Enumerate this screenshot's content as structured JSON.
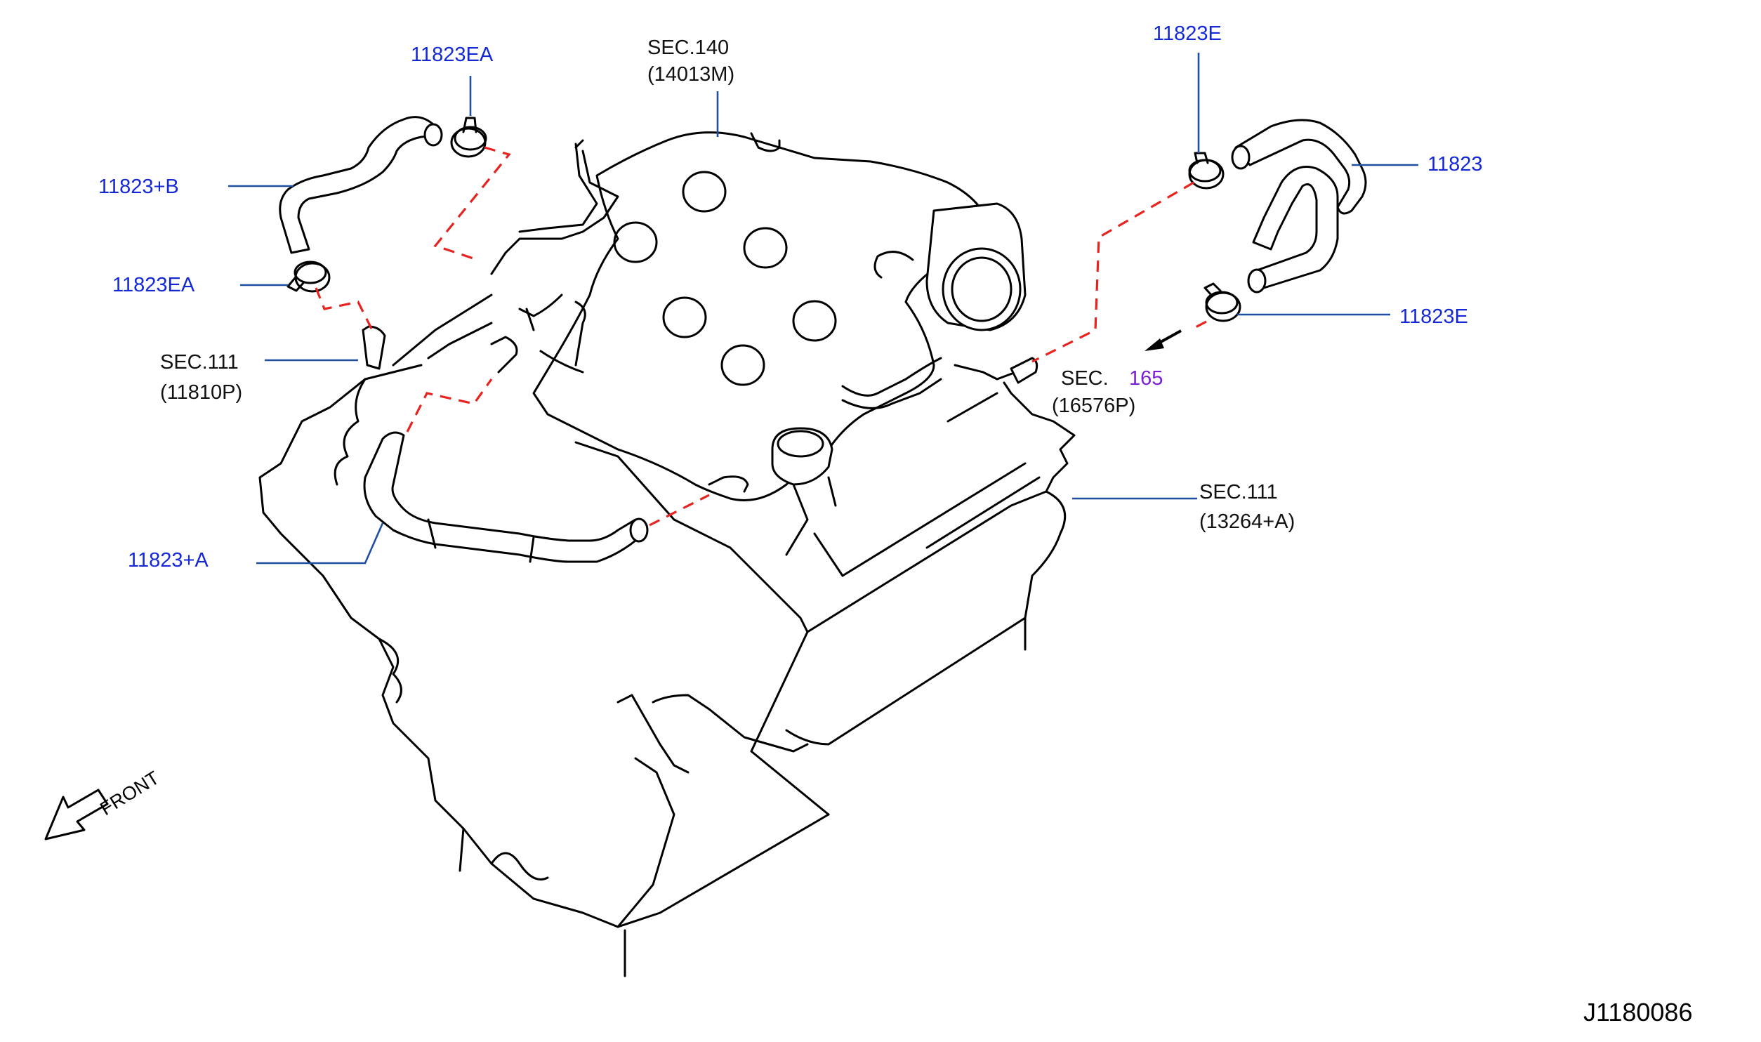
{
  "labels": {
    "p_11823EA_top": "11823EA",
    "p_11823B": "11823+B",
    "p_11823EA_mid": "11823EA",
    "sec111_a": "SEC.111",
    "sec111_a_sub": "(11810P)",
    "p_11823A": "11823+A",
    "sec140": "SEC.140",
    "sec140_sub": "(14013M)",
    "p_11823E_top": "11823E",
    "p_11823": "11823",
    "p_11823E_bot": "11823E",
    "sec165": "SEC.",
    "sec165_num": "165",
    "sec165_sub": "(16576P)",
    "sec111_b": "SEC.111",
    "sec111_b_sub": "(13264+A)",
    "front": "FRONT",
    "drawing_code": "J1180086"
  },
  "colors": {
    "part_label": "#1428d6",
    "section_label": "#111111",
    "section_link": "#7a1fd6",
    "leader": "#1f4fa0",
    "hose_route": "#e8231f"
  }
}
